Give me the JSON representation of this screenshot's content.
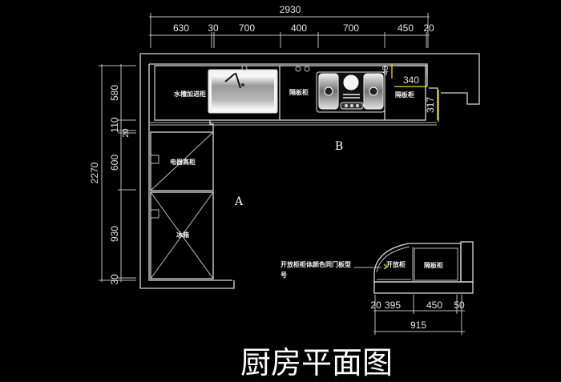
{
  "title": "厨房平面图",
  "dimensions": {
    "top_total": "2930",
    "top_segments": [
      "630",
      "30",
      "700",
      "400",
      "700",
      "450",
      "20"
    ],
    "left_total": "2270",
    "left_segments": [
      "580",
      "110",
      "20",
      "600",
      "930",
      "30"
    ],
    "right_small_width": "340",
    "right_small_height": "317",
    "cooktop_gap": "40",
    "corner_segments": [
      "20",
      "395",
      "450",
      "50"
    ],
    "corner_total": "915"
  },
  "labels": {
    "sink_cabinet": "水槽加进柜",
    "partition_cabinet_1": "隔板柜",
    "partition_cabinet_2": "隔板柜",
    "appliance_cabinet": "电器高柜",
    "fridge": "冰箱",
    "area_a": "A",
    "area_b": "B",
    "open_cabinet": "开放柜",
    "partition_cabinet_3": "隔板柜",
    "annotation_line1": "开放柜柜体颜色同门板型",
    "annotation_line2": "号"
  },
  "colors": {
    "background": "#000000",
    "lines": "#d8d8d8",
    "dimension_accent": "#e8e000"
  }
}
